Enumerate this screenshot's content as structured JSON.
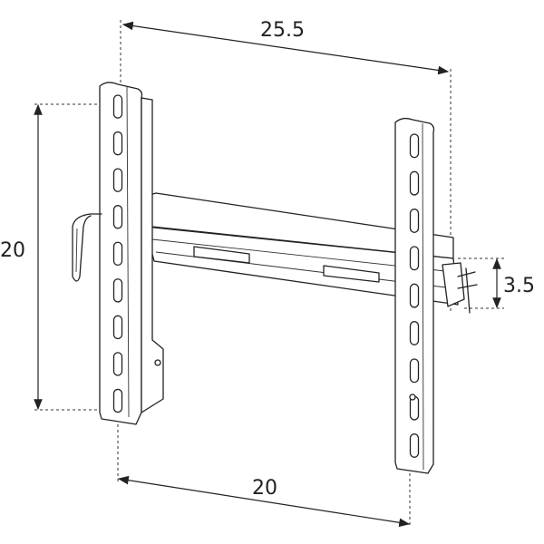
{
  "dimensions": {
    "top_width": "25.5",
    "left_height": "20",
    "bottom_width": "20",
    "tilt_depth": "3.5"
  },
  "colors": {
    "line": "#222222",
    "background": "#ffffff"
  }
}
